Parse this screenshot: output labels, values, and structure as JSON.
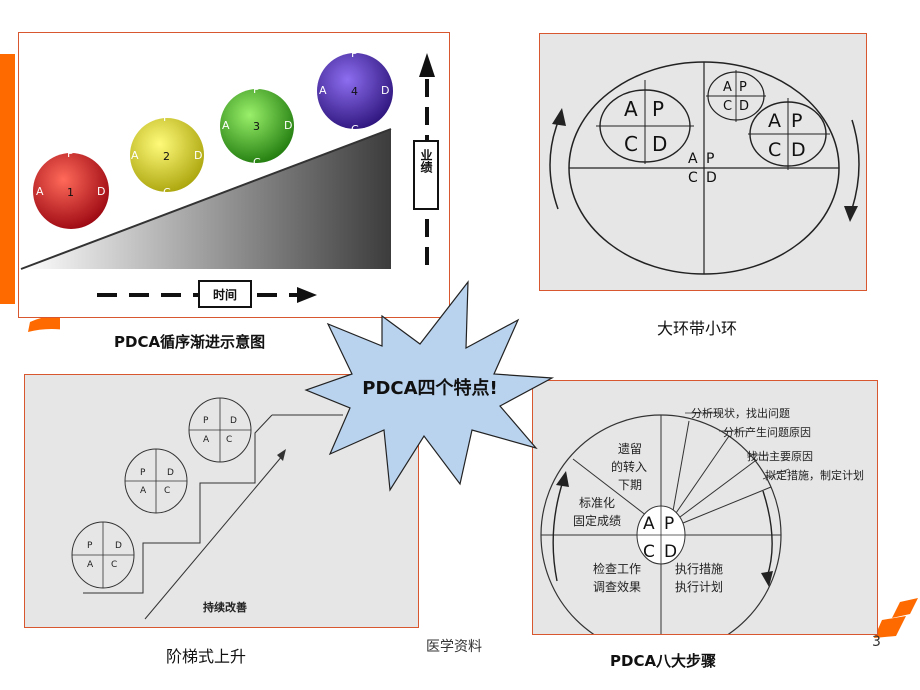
{
  "slide": {
    "footer_label": "医学资料",
    "page_number": "3",
    "accent_color": "#ff6a00",
    "panel_border_color": "#d9572f",
    "star_fill": "#b9d3ef"
  },
  "center_star": {
    "text": "PDCA四个特点!"
  },
  "panel1": {
    "caption": "PDCA循序渐进示意图",
    "balls": [
      {
        "num": "1",
        "p": "P",
        "a": "A",
        "c": "C",
        "d": "D",
        "color": "#c9101a"
      },
      {
        "num": "2",
        "p": "P",
        "a": "A",
        "c": "C",
        "d": "D",
        "color": "#d8d410"
      },
      {
        "num": "3",
        "p": "P",
        "a": "A",
        "c": "C",
        "d": "D",
        "color": "#34a617"
      },
      {
        "num": "4",
        "p": "P",
        "a": "A",
        "c": "C",
        "d": "D",
        "color": "#4b24a8"
      }
    ],
    "yaxis_label": "业绩",
    "xaxis_label": "时间"
  },
  "panel2": {
    "caption": "大环带小环",
    "big_letters": {
      "a": "A",
      "p": "P",
      "c": "C",
      "d": "D"
    },
    "small_top": {
      "a": "A",
      "p": "P",
      "c": "C",
      "d": "D"
    },
    "small_right": {
      "a": "A",
      "p": "P",
      "c": "C",
      "d": "D"
    },
    "center_small": {
      "a": "A",
      "p": "P",
      "c": "C",
      "d": "D"
    }
  },
  "panel3": {
    "caption": "阶梯式上升",
    "wheel": {
      "p": "P",
      "d": "D",
      "a": "A",
      "c": "C"
    },
    "arrow_label": "持续改善"
  },
  "panel4": {
    "caption": "PDCA八大步骤",
    "steps": [
      "分析现状，找出问题",
      "分析产生问题原因",
      "找出主要原因",
      "拟定措施，制定计划"
    ],
    "remain_line1": "遗留",
    "remain_line2": "的转入",
    "remain_line3": "下期",
    "standard_line1": "标准化",
    "standard_line2": "固定成绩",
    "check_line1": "检查工作",
    "check_line2": "调查效果",
    "exec_line1": "执行措施",
    "exec_line2": "执行计划",
    "hub": {
      "a": "A",
      "p": "P",
      "c": "C",
      "d": "D"
    }
  }
}
